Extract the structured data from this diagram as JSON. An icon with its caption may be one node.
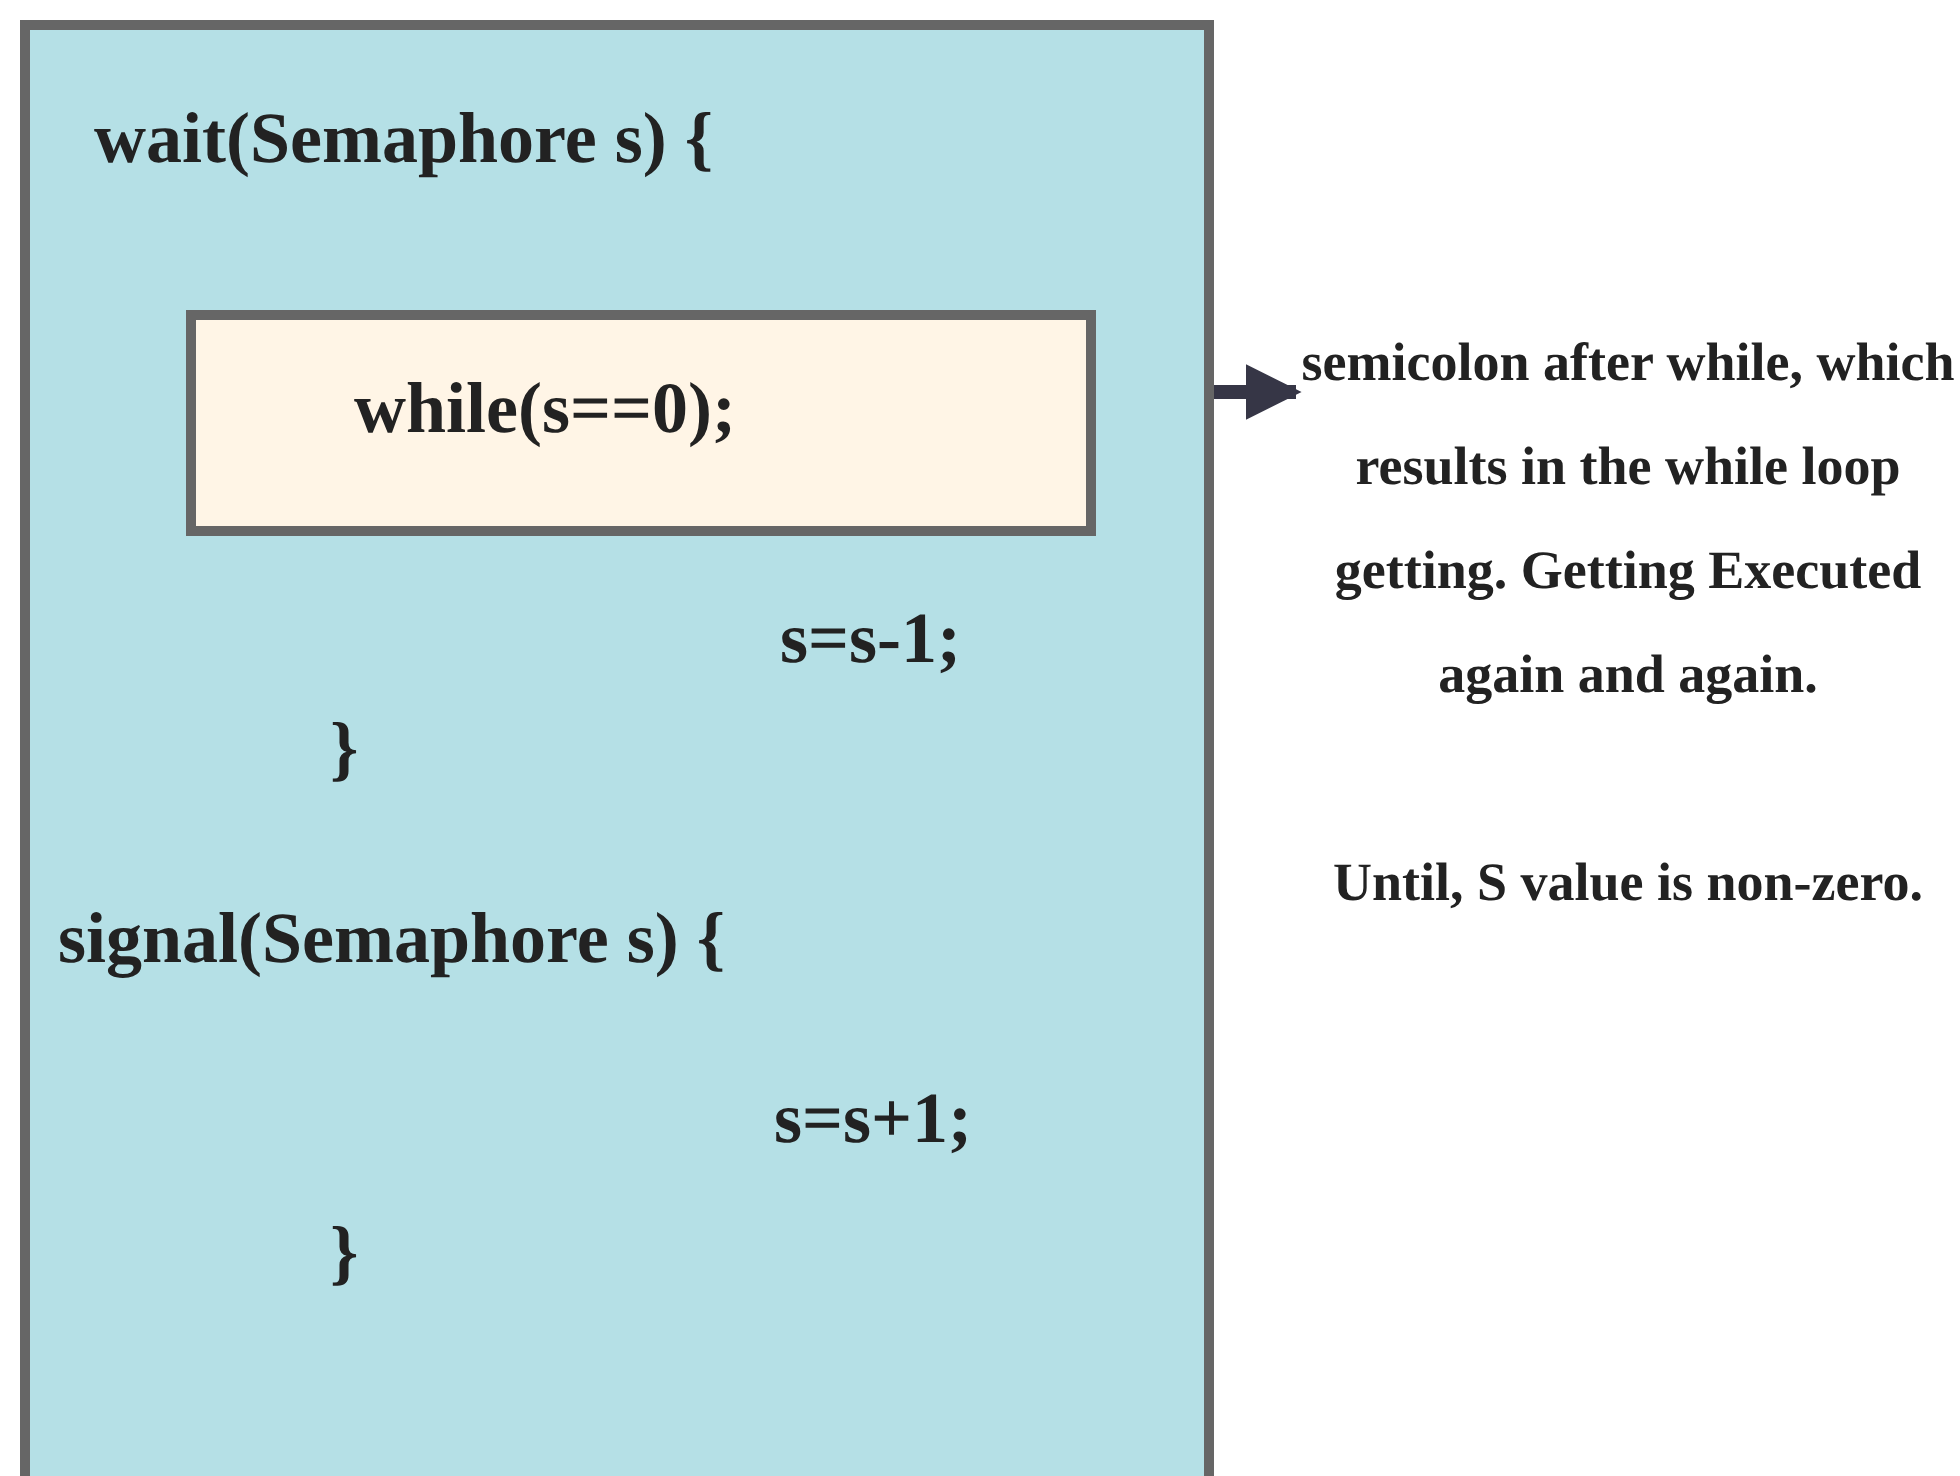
{
  "diagram": {
    "nodes": [
      {
        "text": [
          "wait(Semaphore s) {",
          "s=s-1;",
          "}",
          "signal(Semaphore s) {",
          "s=s+1;",
          "}"
        ]
      },
      {
        "text": [
          "while(s==0);"
        ],
        "in": 0
      },
      {
        "text": [
          "semicolon after while, which results in the while loop getting. Getting Executed again and again.",
          "Until, S value is non-zero."
        ]
      }
    ],
    "edges": [
      {
        "from": 1,
        "to": 2,
        "arrow": "to"
      }
    ]
  }
}
